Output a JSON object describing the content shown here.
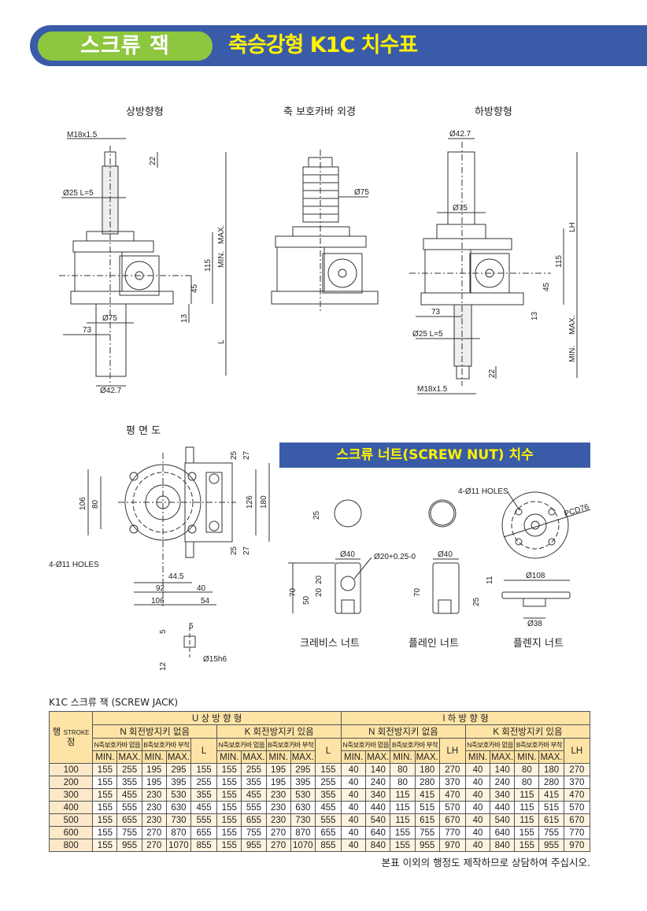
{
  "header": {
    "category": "스크류 잭",
    "title": "축승강형 K1C 치수표"
  },
  "colors": {
    "header_blue": "#3a5ba8",
    "pill_green": "#8dc63f",
    "title_yellow": "#fff200",
    "table_header": "#fde4a6"
  },
  "drawings": {
    "upper": {
      "title": "상방향형",
      "labels": [
        "M18x1.5",
        "22",
        "Ø25 L=5",
        "MIN.",
        "MAX.",
        "115",
        "45",
        "13",
        "Ø75",
        "73",
        "L",
        "Ø42.7"
      ]
    },
    "cover": {
      "title": "축 보호카바 외경",
      "labels": [
        "Ø75"
      ]
    },
    "lower": {
      "title": "하방향형",
      "labels": [
        "Ø42.7",
        "Ø75",
        "LH",
        "115",
        "45",
        "73",
        "13",
        "Ø25 L=5",
        "MIN.",
        "MAX.",
        "22",
        "M18x1.5"
      ]
    },
    "plan": {
      "title": "평 면 도",
      "labels": [
        "25",
        "27",
        "106",
        "80",
        "126",
        "180",
        "25",
        "27",
        "4-Ø11 HOLES",
        "44.5",
        "92",
        "40",
        "106",
        "54",
        "5",
        "5",
        "12",
        "Ø15h6"
      ]
    },
    "nut": {
      "title": "스크류 너트(SCREW NUT) 치수",
      "labels": [
        "25",
        "4-Ø11 HOLES",
        "PCD76",
        "Ø40",
        "Ø20+0.25-0",
        "20",
        "20",
        "70",
        "50",
        "Ø40",
        "70",
        "11",
        "Ø108",
        "25",
        "Ø38"
      ],
      "names": [
        "크레비스 너트",
        "플레인 너트",
        "플렌지 너트"
      ]
    }
  },
  "table": {
    "title": "K1C 스크류 잭 (SCREW JACK)",
    "stroke_header": [
      "행",
      "정",
      "STROKE"
    ],
    "groups": [
      "U 상 방 향 형",
      "I 하 방 향 형"
    ],
    "subgroups": [
      "N 회전방지키 없음",
      "K 회전방지키 있음",
      "N 회전방지키 없음",
      "K 회전방지키 있음"
    ],
    "covers": [
      "N축보호카바 없음",
      "B축보호카바 부착"
    ],
    "minmax": [
      "MIN.",
      "MAX."
    ],
    "len_labels": [
      "L",
      "LH"
    ],
    "rows": [
      [
        "100",
        "155",
        "255",
        "195",
        "295",
        "155",
        "155",
        "255",
        "195",
        "295",
        "155",
        "40",
        "140",
        "80",
        "180",
        "270",
        "40",
        "140",
        "80",
        "180",
        "270"
      ],
      [
        "200",
        "155",
        "355",
        "195",
        "395",
        "255",
        "155",
        "355",
        "195",
        "395",
        "255",
        "40",
        "240",
        "80",
        "280",
        "370",
        "40",
        "240",
        "80",
        "280",
        "370"
      ],
      [
        "300",
        "155",
        "455",
        "230",
        "530",
        "355",
        "155",
        "455",
        "230",
        "530",
        "355",
        "40",
        "340",
        "115",
        "415",
        "470",
        "40",
        "340",
        "115",
        "415",
        "470"
      ],
      [
        "400",
        "155",
        "555",
        "230",
        "630",
        "455",
        "155",
        "555",
        "230",
        "630",
        "455",
        "40",
        "440",
        "115",
        "515",
        "570",
        "40",
        "440",
        "115",
        "515",
        "570"
      ],
      [
        "500",
        "155",
        "655",
        "230",
        "730",
        "555",
        "155",
        "655",
        "230",
        "730",
        "555",
        "40",
        "540",
        "115",
        "615",
        "670",
        "40",
        "540",
        "115",
        "615",
        "670"
      ],
      [
        "600",
        "155",
        "755",
        "270",
        "870",
        "655",
        "155",
        "755",
        "270",
        "870",
        "655",
        "40",
        "640",
        "155",
        "755",
        "770",
        "40",
        "640",
        "155",
        "755",
        "770"
      ],
      [
        "800",
        "155",
        "955",
        "270",
        "1070",
        "855",
        "155",
        "955",
        "270",
        "1070",
        "855",
        "40",
        "840",
        "155",
        "955",
        "970",
        "40",
        "840",
        "155",
        "955",
        "970"
      ]
    ],
    "note": "본표 이외의 행정도 제작하므로 상담하여 주십시오."
  }
}
